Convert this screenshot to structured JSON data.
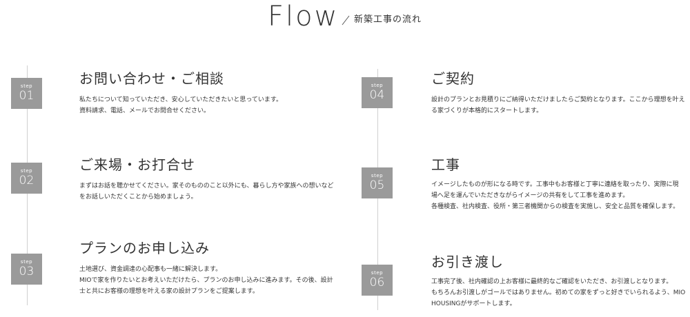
{
  "header": {
    "title": "Flow",
    "subtitle": "新築工事の流れ"
  },
  "step_label": "step",
  "steps": [
    {
      "number": "01",
      "title": "お問い合わせ・ご相談",
      "lines": [
        "私たちについて知っていただき、安心していただきたいと思っています。",
        "資料請求、電話、メールでお問合せください。"
      ]
    },
    {
      "number": "02",
      "title": "ご来場・お打合せ",
      "lines": [
        "まずはお話を聴かせてください。家そのもののこと以外にも、暮らし方や家族への想いなど",
        "をお話しいただくことから始めましょう。"
      ]
    },
    {
      "number": "03",
      "title": "プランのお申し込み",
      "lines": [
        "土地選び、資金調達の心配事も一緒に解決します。",
        "MIOで家を作りたいとお考えいただけたら、プランのお申し込みに進みます。その後、設計",
        "士と共にお客様の理想を叶える家の設計プランをご提案します。"
      ]
    },
    {
      "number": "04",
      "title": "ご契約",
      "lines": [
        "設計のプランとお見積りにご納得いただけましたらご契約となります。ここから理想を叶え",
        "る家づくりが本格的にスタートします。"
      ]
    },
    {
      "number": "05",
      "title": "工事",
      "lines": [
        "イメージしたものが形になる時です。工事中もお客様と丁寧に連絡を取ったり、実際に現",
        "場へ足を運んでいただきながらイメージの共有をして工事を進めます。",
        "各種検査、社内検査、役所・第三者機関からの検査を実施し、安全と品質を確保します。"
      ]
    },
    {
      "number": "06",
      "title": "お引き渡し",
      "lines": [
        "工事完了後、社内確認の上お客様に最終的なご確認をいただき、お引渡しとなります。",
        "もちろんお引渡しがゴールではありません。初めての家をずっと好きでいられるよう、MIO",
        "HOUSINGがサポートします。"
      ]
    }
  ]
}
